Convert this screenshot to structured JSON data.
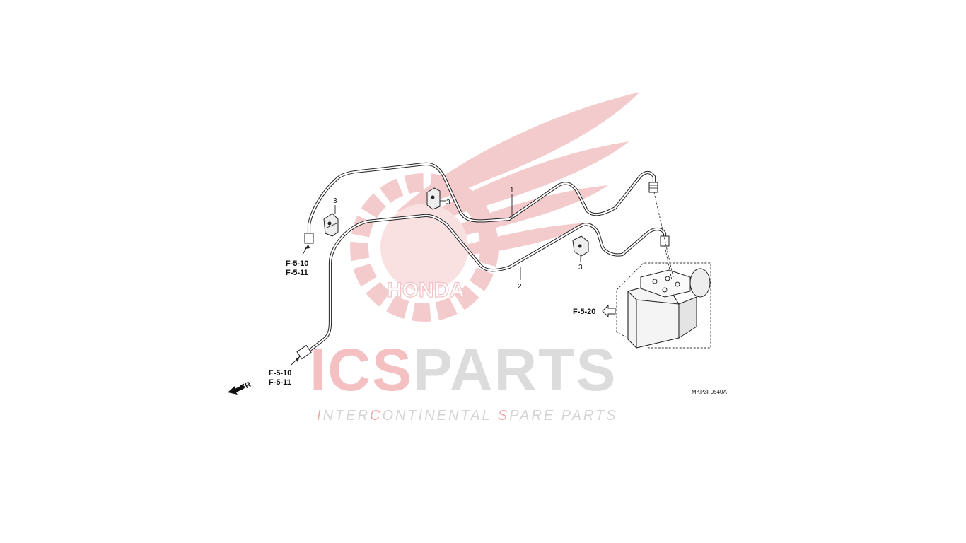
{
  "watermark": {
    "brand_part1": "ICS",
    "brand_part2": "PARTS",
    "tagline_prefix_1": "I",
    "tagline_rest_1": "NTER",
    "tagline_prefix_2": "C",
    "tagline_rest_2": "ONTINENTAL ",
    "tagline_prefix_3": "S",
    "tagline_rest_3": "PARE PARTS",
    "emblem_text": "HONDA",
    "colors": {
      "red": "#e31e24",
      "gray": "#b4b4b4",
      "pink": "#f3c3c5"
    }
  },
  "parts": {
    "callout_1": "1",
    "callout_2": "2",
    "callout_3a": "3",
    "callout_3b": "3",
    "callout_3c": "3"
  },
  "refs": {
    "top_left_line1": "F-5-10",
    "top_left_line2": "F-5-11",
    "bottom_left_line1": "F-5-10",
    "bottom_left_line2": "F-5-11",
    "modulator": "F-5-20"
  },
  "direction": {
    "label": "FR."
  },
  "diagram_code": "MKP3F0540A"
}
